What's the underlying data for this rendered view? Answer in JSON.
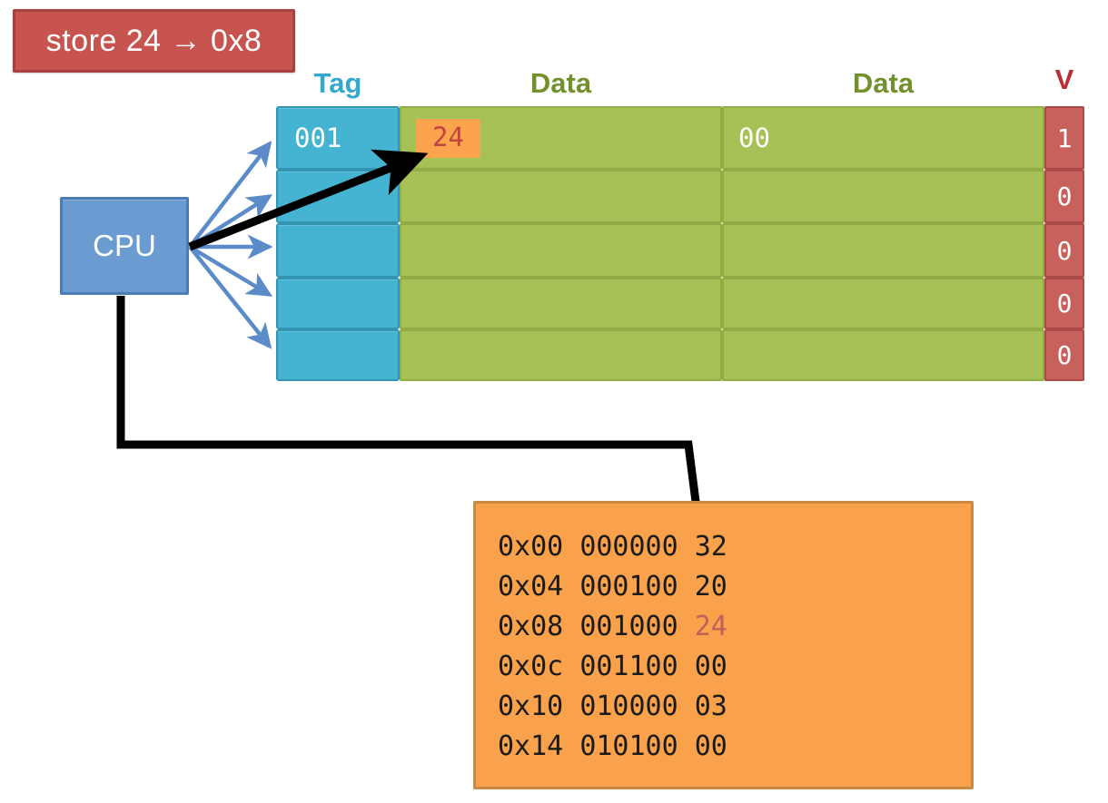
{
  "store_label": {
    "text": "store 24 → 0x8"
  },
  "cpu": {
    "label": "CPU"
  },
  "cache": {
    "headers": {
      "tag": "Tag",
      "data1": "Data",
      "data2": "Data",
      "valid": "V"
    },
    "rows": [
      {
        "tag": "001",
        "data1": "24",
        "data1_highlighted": true,
        "data2": "00",
        "v": "1"
      },
      {
        "tag": "",
        "data1": "",
        "data1_highlighted": false,
        "data2": "",
        "v": "0"
      },
      {
        "tag": "",
        "data1": "",
        "data1_highlighted": false,
        "data2": "",
        "v": "0"
      },
      {
        "tag": "",
        "data1": "",
        "data1_highlighted": false,
        "data2": "",
        "v": "0"
      },
      {
        "tag": "",
        "data1": "",
        "data1_highlighted": false,
        "data2": "",
        "v": "0"
      }
    ]
  },
  "memory": {
    "lines": [
      {
        "addr": "0x00",
        "bits": "000000",
        "value": "32",
        "highlighted": false
      },
      {
        "addr": "0x04",
        "bits": "000100",
        "value": "20",
        "highlighted": false
      },
      {
        "addr": "0x08",
        "bits": "001000",
        "value": "24",
        "highlighted": true
      },
      {
        "addr": "0x0c",
        "bits": "001100",
        "value": "00",
        "highlighted": false
      },
      {
        "addr": "0x10",
        "bits": "010000",
        "value": "03",
        "highlighted": false
      },
      {
        "addr": "0x14",
        "bits": "010100",
        "value": "00",
        "highlighted": false
      }
    ],
    "ellipsis": "…"
  },
  "colors": {
    "store_fill": "#c8544f",
    "store_border": "#a8423e",
    "tag_header": "#35a8cd",
    "data_header": "#72912c",
    "valid_header": "#b92e33",
    "tag_cell": "#45b4d2",
    "data_cell": "#a6c155",
    "valid_cell": "#c8615c",
    "highlight_fill": "#fba44d",
    "highlight_text": "#c0443f",
    "cpu_fill": "#6a9bd1",
    "cpu_border": "#4a7cb5",
    "memory_fill": "#f9a24b",
    "memory_border": "#c98b43",
    "blue_arrow": "#5b8bc9",
    "black_arrow": "#000000"
  }
}
